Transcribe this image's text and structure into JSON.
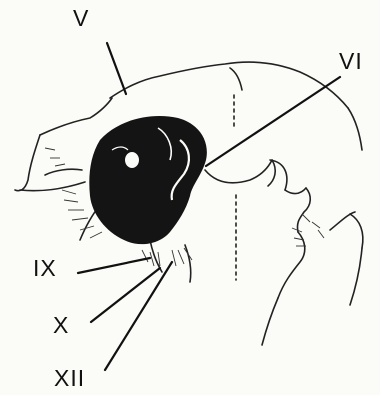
{
  "labels": {
    "v": "V",
    "vi": "VI",
    "ix": "IX",
    "x": "X",
    "xii": "XII"
  },
  "colors": {
    "ink": "#111111",
    "paper": "#fbfbf8"
  }
}
